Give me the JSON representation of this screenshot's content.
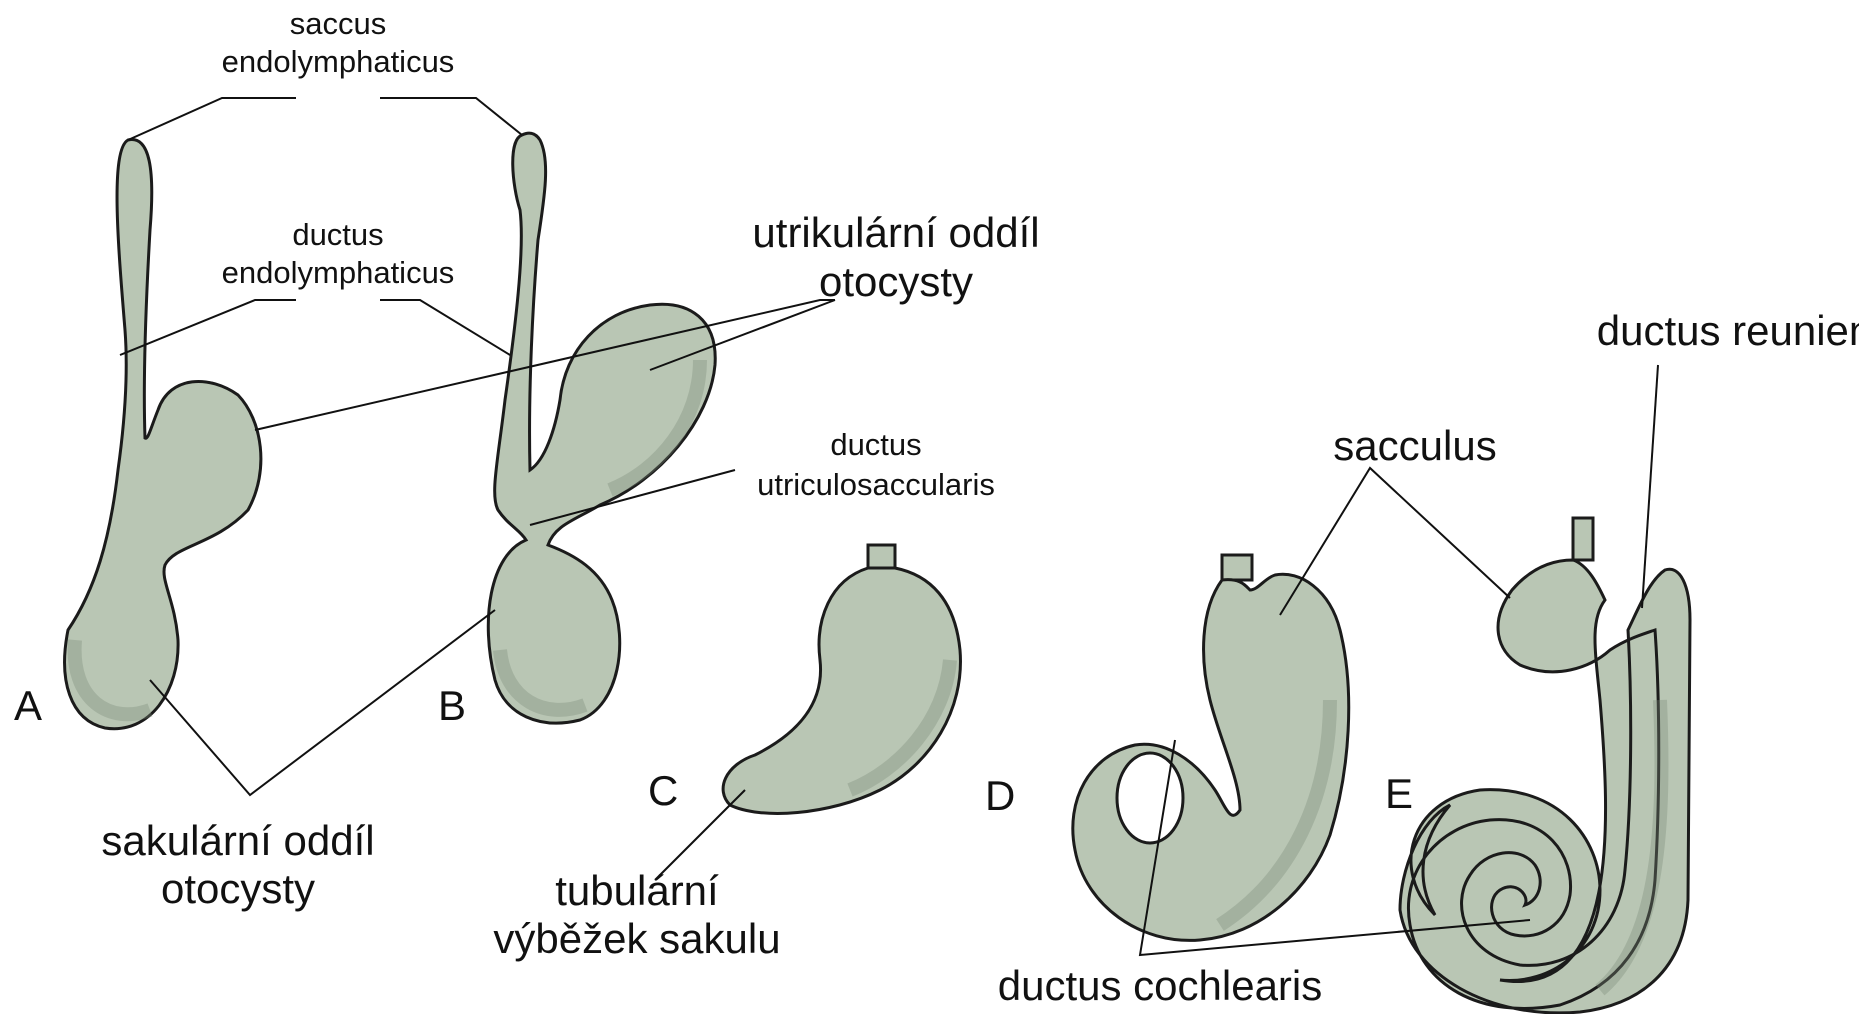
{
  "labels": {
    "saccus_1": "saccus",
    "saccus_2": "endolymphaticus",
    "ductus_endo_1": "ductus",
    "ductus_endo_2": "endolymphaticus",
    "utrikularni_1": "utrikulární oddíl",
    "utrikularni_2": "otocysty",
    "ductus_utric_1": "ductus",
    "ductus_utric_2": "utriculosaccularis",
    "sakularni_1": "sakulární oddíl",
    "sakularni_2": "otocysty",
    "tubularni_1": "tubulární",
    "tubularni_2": "výběžek sakulu",
    "sacculus": "sacculus",
    "ductus_reuniens": "ductus reuniens",
    "ductus_cochlearis": "ductus cochlearis"
  },
  "letters": {
    "a": "A",
    "b": "B",
    "c": "C",
    "d": "D",
    "e": "E"
  },
  "colors": {
    "tissue": "#b9c6b4",
    "outline": "#1b1b1b",
    "text": "#111111",
    "background": "#ffffff"
  }
}
